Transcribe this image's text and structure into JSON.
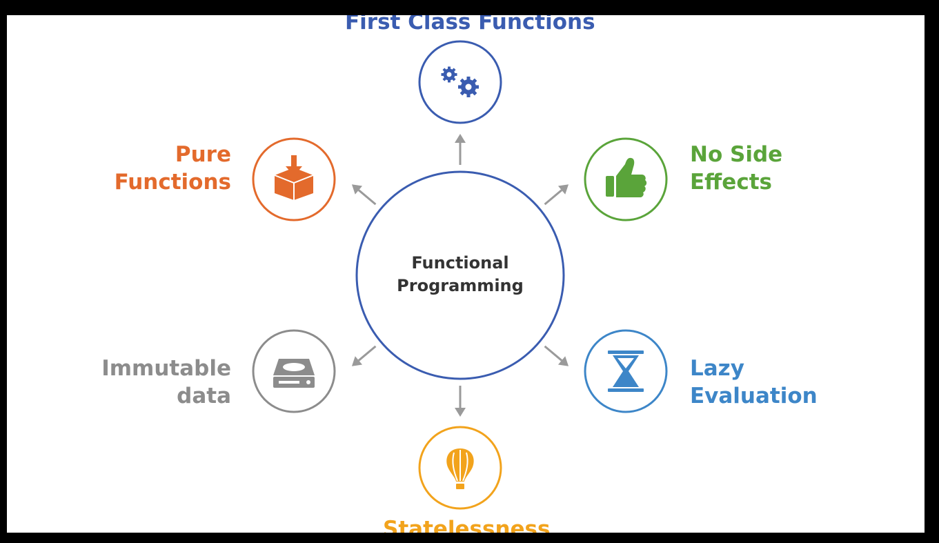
{
  "center": {
    "line1": "Functional",
    "line2": "Programming",
    "color": "#3a5cb0"
  },
  "nodes": [
    {
      "key": "first_class",
      "lines": [
        "First Class Functions"
      ],
      "color": "#3a5cb0",
      "icon": "gears-icon"
    },
    {
      "key": "pure",
      "lines": [
        "Pure",
        "Functions"
      ],
      "color": "#e36a2c",
      "icon": "box-download-icon"
    },
    {
      "key": "no_side",
      "lines": [
        "No Side",
        "Effects"
      ],
      "color": "#5aa43a",
      "icon": "thumbs-up-icon"
    },
    {
      "key": "immutable",
      "lines": [
        "Immutable",
        "data"
      ],
      "color": "#8c8c8c",
      "icon": "hard-drive-icon"
    },
    {
      "key": "lazy",
      "lines": [
        "Lazy",
        "Evaluation"
      ],
      "color": "#3d86c8",
      "icon": "hourglass-icon"
    },
    {
      "key": "stateless",
      "lines": [
        "Statelessness"
      ],
      "color": "#f2a31c",
      "icon": "hot-air-balloon-icon"
    }
  ],
  "arrow_color": "#9a9a9a"
}
